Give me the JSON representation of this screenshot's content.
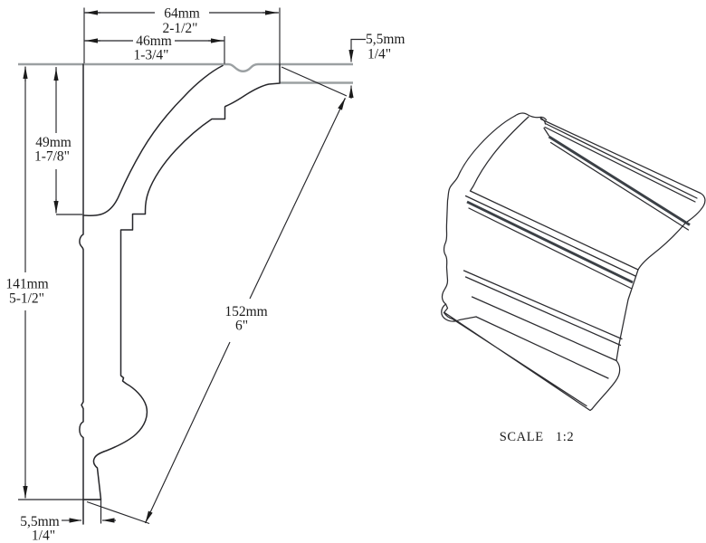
{
  "drawing": {
    "title_semantic": "cornice-moulding-technical-drawing",
    "scale_label": "SCALE 1:2",
    "dimensions": {
      "total_width": {
        "mm": "64mm",
        "in": "2-1/2\""
      },
      "upper_width": {
        "mm": "46mm",
        "in": "1-3/4\""
      },
      "top_thickness": {
        "mm": "5,5mm",
        "in": "1/4\""
      },
      "upper_height": {
        "mm": "49mm",
        "in": "1-7/8\""
      },
      "total_height": {
        "mm": "141mm",
        "in": "5-1/2\""
      },
      "face_length": {
        "mm": "152mm",
        "in": "6\""
      },
      "bottom_thickness": {
        "mm": "5,5mm",
        "in": "1/4\""
      }
    },
    "colors": {
      "background": "#ffffff",
      "line": "#26262a",
      "reference_line": "#9ba0a2",
      "groove_line": "#3b4046"
    }
  }
}
